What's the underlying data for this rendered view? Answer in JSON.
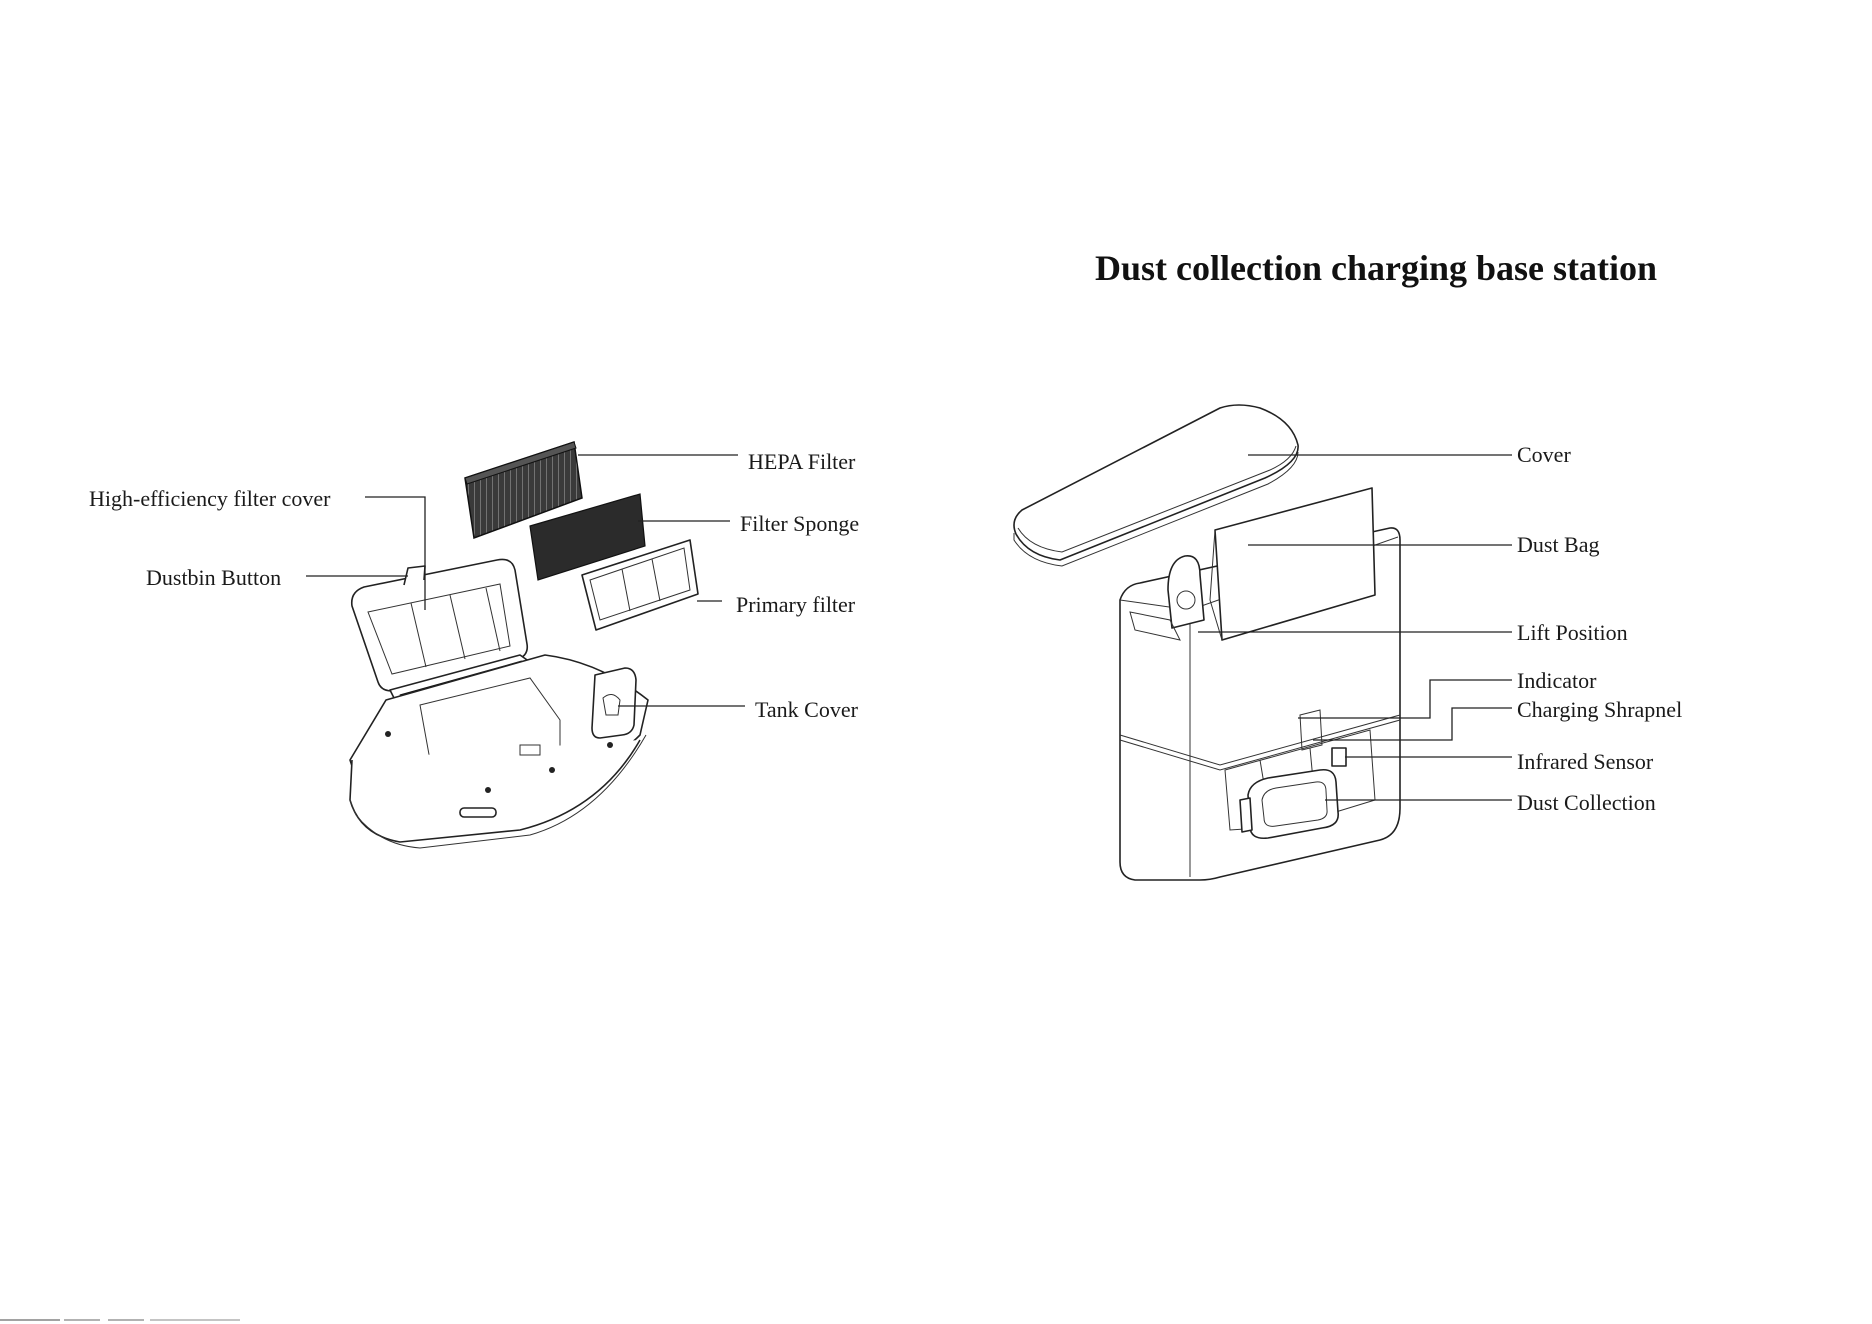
{
  "title": "Dust collection charging base station",
  "left_labels": {
    "hepa_filter": "HEPA Filter",
    "high_efficiency_filter_cover": "High-efficiency filter cover",
    "filter_sponge": "Filter Sponge",
    "dustbin_button": "Dustbin Button",
    "primary_filter": "Primary filter",
    "tank_cover": "Tank Cover"
  },
  "right_labels": {
    "cover": "Cover",
    "dust_bag": "Dust Bag",
    "lift_position": "Lift Position",
    "indicator": "Indicator",
    "charging_shrapnel": "Charging Shrapnel",
    "infrared_sensor": "Infrared Sensor",
    "dust_collection": "Dust Collection"
  },
  "colors": {
    "line": "#222222",
    "filter_dark": "#2b2b2b",
    "background": "#ffffff"
  }
}
